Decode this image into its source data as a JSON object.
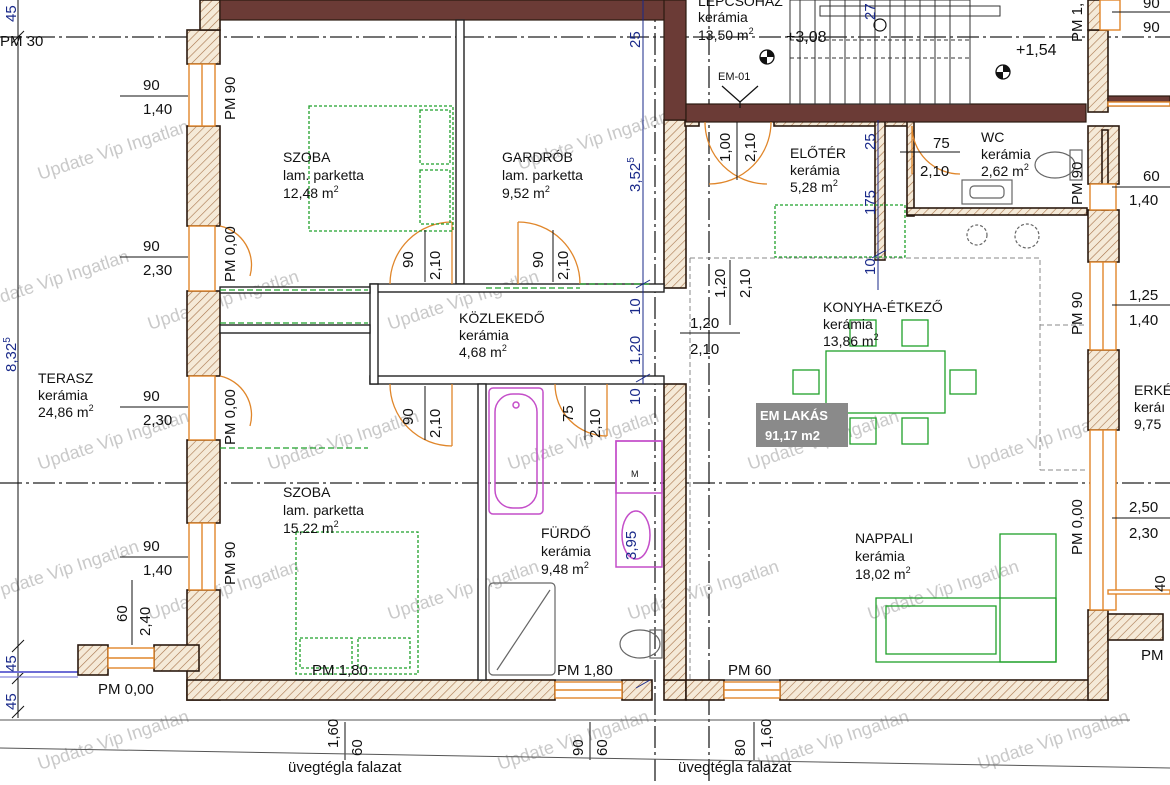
{
  "rooms": {
    "szoba1": {
      "name": "SZOBA",
      "floor": "lam. parketta",
      "area": "12,48 m",
      "sup": "2"
    },
    "gardrob": {
      "name": "GARDRÓB",
      "floor": "lam. parketta",
      "area": "9,52 m",
      "sup": "2"
    },
    "kozlekedo": {
      "name": "KÖZLEKEDŐ",
      "floor": "kerámia",
      "area": "4,68 m",
      "sup": "2"
    },
    "terasz": {
      "name": "TERASZ",
      "floor": "kerámia",
      "area": "24,86 m",
      "sup": "2"
    },
    "szoba2": {
      "name": "SZOBA",
      "floor": "lam. parketta",
      "area": "15,22 m",
      "sup": "2"
    },
    "furdo": {
      "name": "FÜRDŐ",
      "floor": "kerámia",
      "area": "9,48 m",
      "sup": "2"
    },
    "eloter": {
      "name": "ELŐTÉR",
      "floor": "kerámia",
      "area": "5,28 m",
      "sup": "2"
    },
    "wc": {
      "name": "WC",
      "floor": "kerámia",
      "area": "2,62 m",
      "sup": "2"
    },
    "konyha": {
      "name": "KONYHA-ÉTKEZŐ",
      "floor": "kerámia",
      "area": "13,86 m",
      "sup": "2"
    },
    "nappali": {
      "name": "NAPPALI",
      "floor": "kerámia",
      "area": "18,02 m",
      "sup": "2"
    },
    "lepcsohaz": {
      "name": "LÉPCSŐHÁZ",
      "floor": "kerámia",
      "area": "13,50 m",
      "sup": "2"
    },
    "erkely": {
      "name": "ERKÉ",
      "floor": "keráı",
      "area": "9,75"
    }
  },
  "unit": {
    "name": "EM LAKÁS",
    "area": "91,17 m2"
  },
  "levels": {
    "a": "+3,08",
    "b": "+1,54"
  },
  "em_label": "EM-01",
  "pm": {
    "pm30": "PM 30",
    "pm90a": "PM 90",
    "pm000a": "PM 0,00",
    "pm000b": "PM 0,00",
    "pm90b": "PM 90",
    "pm000c": "PM 0,00",
    "pm180a": "PM 1,80",
    "pm180b": "PM 1,80",
    "pm60": "PM 60",
    "pm90c": "PM 90",
    "pm90d": "PM 90",
    "pm000d": "PM 0,00",
    "pmr": "PM",
    "pm1": "PM 1,"
  },
  "window_dims": {
    "w1_top": "90",
    "w1_bot": "1,40",
    "w2_top": "90",
    "w2_bot": "2,30",
    "w3_top": "90",
    "w3_bot": "2,30",
    "w4_top": "90",
    "w4_bot": "1,40",
    "w5_top": "60",
    "w5_bot": "2,40",
    "r1_top": "60",
    "r1_bot": "1,40",
    "r2_top": "1,25",
    "r2_bot": "1,40",
    "r3_top": "2,50",
    "r3_bot": "2,30",
    "r4": "40",
    "c1_top": "1,20",
    "c1_bot": "2,10",
    "t90": "90",
    "t90b": "90"
  },
  "door_dims": {
    "d1a": "90",
    "d1b": "2,10",
    "d2a": "90",
    "d2b": "2,10",
    "d3a": "90",
    "d3b": "2,10",
    "d4a": "75",
    "d4b": "2,10",
    "d5a": "1,00",
    "d5b": "2,10",
    "d6a": "1,20",
    "d6b": "2,10",
    "wca": "75",
    "wcb": "2,10"
  },
  "blue_dims": {
    "b25a": "25",
    "b352": "3,52",
    "b352sup": "5",
    "b832": "8,32",
    "b832sup": "5",
    "b10a": "10",
    "b120": "1,20",
    "b10b": "10",
    "b25b": "25",
    "b175": "175",
    "b10c": "10",
    "b395": "3,95",
    "b45a": "45",
    "b45b": "45",
    "b45c": "45",
    "b27": "27"
  },
  "bottom_dims": {
    "v160a": "1,60",
    "v60a": "60",
    "v90": "90",
    "v60b": "60",
    "v80": "80",
    "v160b": "1,60"
  },
  "wall_label": {
    "a": "üvegtégla falazat",
    "b": "üvegtégla falazat"
  },
  "appliance": {
    "m": "M"
  },
  "watermark": "Update Vip Ingatlan"
}
